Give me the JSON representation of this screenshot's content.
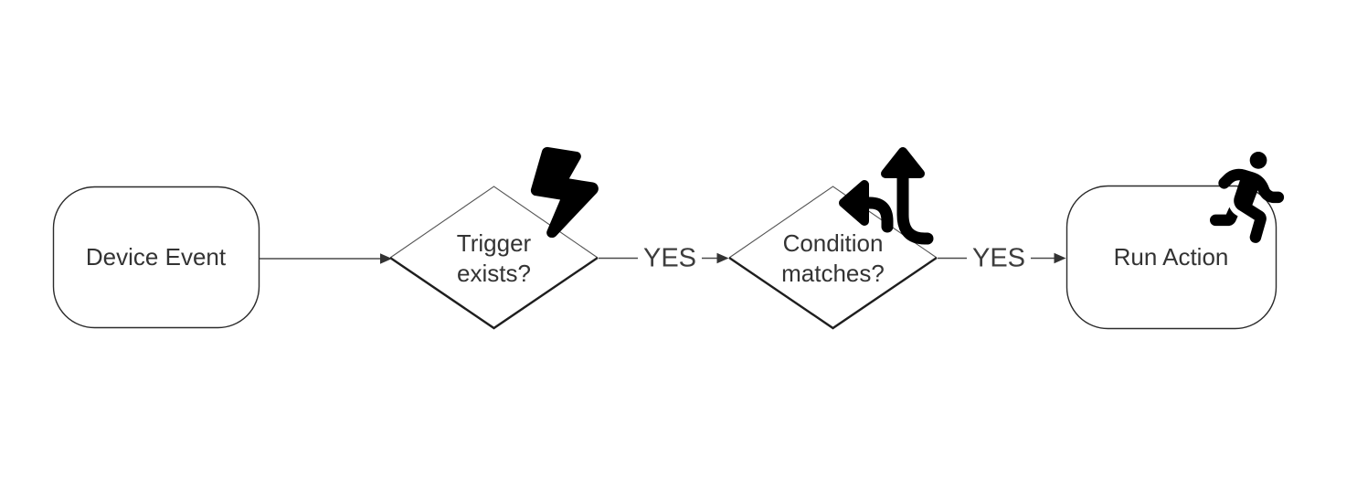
{
  "flowchart": {
    "background_color": "#ffffff",
    "text_color": "#333333",
    "edge_color": "#4a4a4a",
    "node_border_color": "#2b2b2b",
    "icon_color": "#000000",
    "nodes": {
      "device_event": {
        "shape": "rounded-rectangle",
        "label": "Device Event"
      },
      "trigger_exists": {
        "shape": "diamond",
        "label_line1": "Trigger",
        "label_line2": "exists?",
        "icon": "lightning-bolt-icon"
      },
      "condition_matches": {
        "shape": "diamond",
        "label_line1": "Condition",
        "label_line2": "matches?",
        "icon": "split-arrows-icon"
      },
      "run_action": {
        "shape": "rounded-rectangle",
        "label": "Run Action",
        "icon": "person-running-icon"
      }
    },
    "edges": {
      "device_to_trigger": {
        "from": "Device Event",
        "to": "Trigger exists?",
        "label": ""
      },
      "trigger_to_condition": {
        "from": "Trigger exists?",
        "to": "Condition matches?",
        "label": "YES"
      },
      "condition_to_action": {
        "from": "Condition matches?",
        "to": "Run Action",
        "label": "YES"
      }
    }
  }
}
